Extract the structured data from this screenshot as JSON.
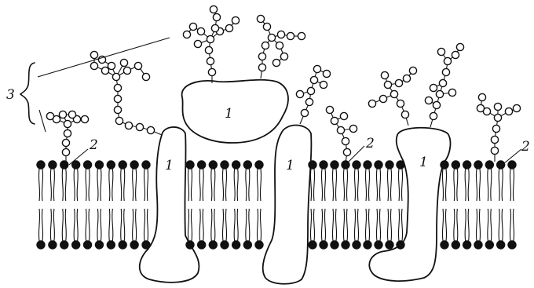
{
  "labels": {
    "protein": "1",
    "glycolipid": "2",
    "glycocalyx": "3"
  }
}
